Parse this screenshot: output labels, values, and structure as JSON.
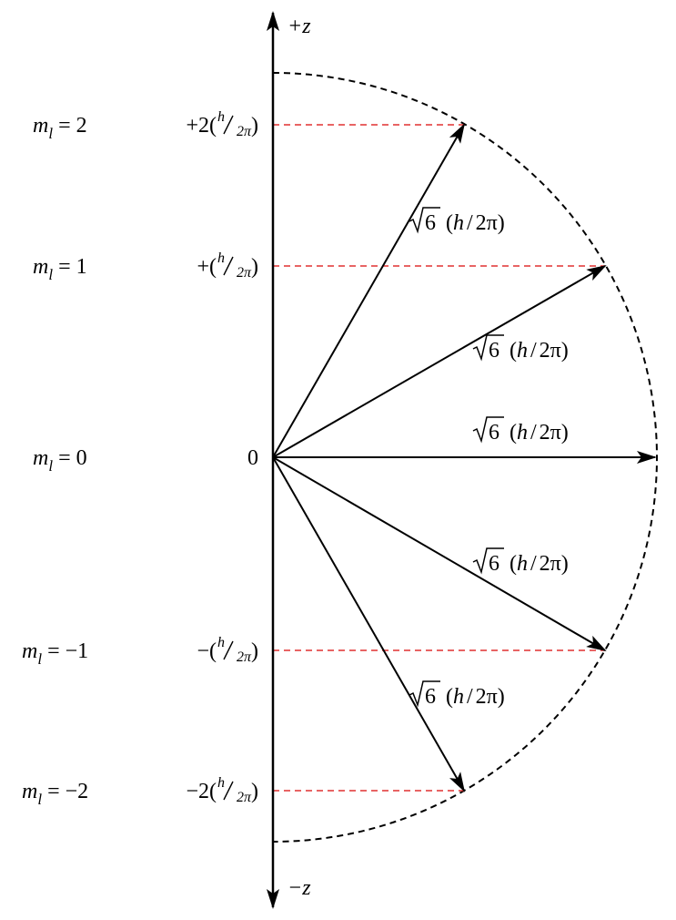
{
  "axis": {
    "top_label": "+z",
    "bottom_label": "−z",
    "origin_label": "0"
  },
  "levels": [
    {
      "ml_label": "m",
      "ml_sub": "l",
      "ml_value": "= 2",
      "z_prefix": "+2(",
      "frac_num": "h",
      "frac_den": "2π",
      "z_suffix": ")"
    },
    {
      "ml_label": "m",
      "ml_sub": "l",
      "ml_value": "= 1",
      "z_prefix": "+(",
      "frac_num": "h",
      "frac_den": "2π",
      "z_suffix": ")"
    },
    {
      "ml_label": "m",
      "ml_sub": "l",
      "ml_value": "= 0",
      "z_prefix": "0",
      "frac_num": "",
      "frac_den": "",
      "z_suffix": ""
    },
    {
      "ml_label": "m",
      "ml_sub": "l",
      "ml_value": "= −1",
      "z_prefix": "−(",
      "frac_num": "h",
      "frac_den": "2π",
      "z_suffix": ")"
    },
    {
      "ml_label": "m",
      "ml_sub": "l",
      "ml_value": "= −2",
      "z_prefix": "−2(",
      "frac_num": "h",
      "frac_den": "2π",
      "z_suffix": ")"
    }
  ],
  "vector_label": {
    "radicand": "6",
    "paren_open": "(",
    "h": "h",
    "slash": "/",
    "two_pi": "2π",
    "paren_close": ")"
  },
  "colors": {
    "projection_line": "#e03030",
    "axis": "#000000",
    "arc": "#000000"
  }
}
